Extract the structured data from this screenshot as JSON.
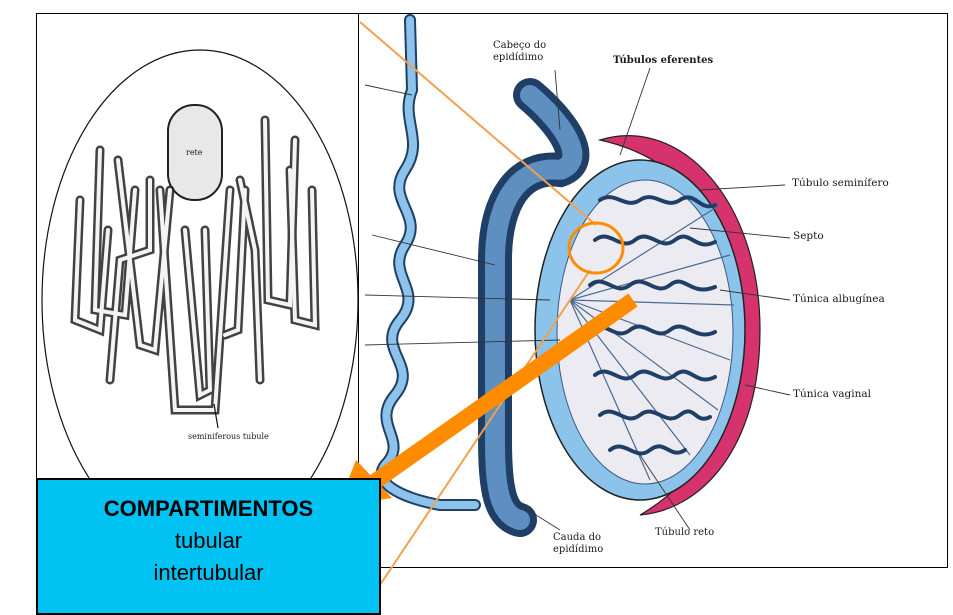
{
  "diagram": {
    "left_labels": {
      "rete": "rete",
      "seminiferous_tubule": "seminiferous tubule"
    },
    "right_labels": {
      "cabeca": "Cabeço do\nepidídimo",
      "tubulos_eferentes": "Túbulos eferentes",
      "tubulo_seminifero": "Túbulo seminífero",
      "septo": "Septo",
      "tunica_albuginea": "Túnica albugínea",
      "tunica_vaginal": "Túnica vaginal",
      "tubulo_reto": "Túbulo reto",
      "cauda": "Cauda do\nepidídimo"
    },
    "callout": {
      "title": "COMPARTIMENTOS",
      "line1": "tubular",
      "line2": "intertubular"
    },
    "colors": {
      "tubule_blue": "#8cc3ea",
      "tubule_dark": "#1f3f66",
      "tunica_pink": "#d6336e",
      "callout_bg": "#00c3f3",
      "arrow_orange": "#ff8c00",
      "guide_line": "#f0a050"
    }
  }
}
